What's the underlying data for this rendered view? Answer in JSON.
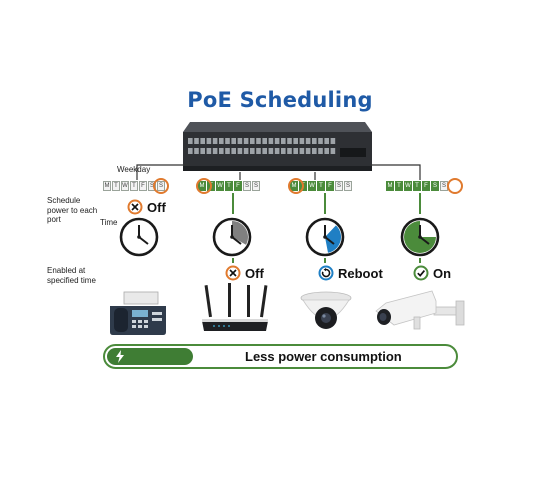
{
  "title": "PoE Scheduling",
  "labels": {
    "weekday": "Weekday",
    "schedule": "Schedule power to each port",
    "time": "Time",
    "enabled": "Enabled at specified time"
  },
  "days": [
    "M",
    "T",
    "W",
    "T",
    "F",
    "S",
    "S"
  ],
  "ports": [
    {
      "device": "fax",
      "active_days": [],
      "clock_fill_fraction": 0,
      "status": "Off"
    },
    {
      "device": "router",
      "active_days": [
        0,
        1,
        2,
        3,
        4
      ],
      "clock_fill_fraction": 0.33,
      "status": "Off"
    },
    {
      "device": "dome-camera",
      "active_days": [
        0,
        1,
        2,
        3,
        4
      ],
      "clock_fill_fraction": 0.35,
      "status": "Reboot"
    },
    {
      "device": "bullet-camera",
      "active_days": [
        0,
        1,
        2,
        3,
        4,
        5
      ],
      "clock_fill_fraction": 0.75,
      "status": "On"
    }
  ],
  "port1_status": "Off",
  "power_bar": {
    "label": "Less power consumption",
    "fill_fraction": 0.25
  },
  "colors": {
    "accent": "#1f5aa6",
    "green": "#4b8b3b",
    "orange": "#e07a2e",
    "blue": "#1f7fc4"
  }
}
